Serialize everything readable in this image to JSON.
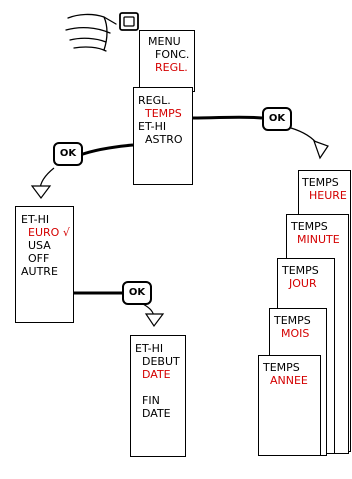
{
  "colors": {
    "highlight": "#d40000",
    "line": "#000000",
    "background": "#ffffff"
  },
  "icons": {
    "hand": "hand-pressing-button-icon",
    "check": "checkmark-icon"
  },
  "menu_box": {
    "line1": "MENU",
    "line2": "FONC.",
    "line3": "REGL."
  },
  "regl_box": {
    "title": "REGL.",
    "item1": "TEMPS",
    "item2": "ET-HI",
    "item3": "ASTRO"
  },
  "ethi_box": {
    "title": "ET-HI",
    "opt1": "EURO",
    "check": "√",
    "opt2": "USA",
    "opt3": "OFF",
    "opt4": "AUTRE"
  },
  "debut_box": {
    "title": "ET-HI",
    "l1": "DEBUT",
    "l2": "DATE",
    "l3": "FIN",
    "l4": "DATE"
  },
  "ok_buttons": [
    "OK",
    "OK",
    "OK"
  ],
  "temps_cards": [
    {
      "title": "TEMPS",
      "value": "HEURE"
    },
    {
      "title": "TEMPS",
      "value": "MINUTE"
    },
    {
      "title": "TEMPS",
      "value": "JOUR"
    },
    {
      "title": "TEMPS",
      "value": "MOIS"
    },
    {
      "title": "TEMPS",
      "value": "ANNEE"
    }
  ]
}
